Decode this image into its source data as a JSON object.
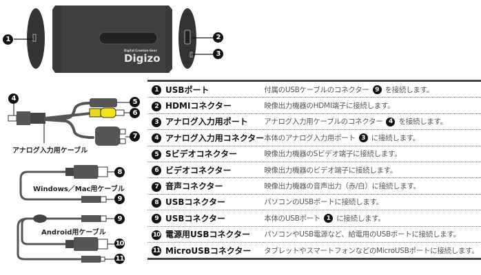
{
  "device": {
    "brand_small": "Digital Creation Gear",
    "brand": "Digizo"
  },
  "callouts": {
    "c1": "1",
    "c2": "2",
    "c3": "3",
    "c4": "4",
    "c5": "5",
    "c6": "6",
    "c7": "7",
    "c8": "8",
    "c9a": "9",
    "c9b": "9",
    "c10": "10",
    "c11": "11"
  },
  "cables": {
    "analog": "アナログ入力用ケーブル",
    "windows_mac": "Windows／Mac用ケーブル",
    "android": "Android用ケーブル"
  },
  "table": {
    "rows": [
      {
        "num": "1",
        "label": "USBポート",
        "desc_before": "付属のUSBケーブルのコネクター",
        "ref": "9",
        "desc_after": "を接続します。"
      },
      {
        "num": "2",
        "label": "HDMIコネクター",
        "desc_before": "映像出力機器のHDMI端子に接続します。",
        "ref": null,
        "desc_after": ""
      },
      {
        "num": "3",
        "label": "アナログ入力用ポート",
        "desc_before": "アナログ入力用ケーブルのコネクター",
        "ref": "4",
        "desc_after": "を接続します。"
      },
      {
        "num": "4",
        "label": "アナログ入力用コネクター",
        "desc_before": "本体のアナログ入力用ポート",
        "ref": "3",
        "desc_after": "に接続します。"
      },
      {
        "num": "5",
        "label": "Sビデオコネクター",
        "desc_before": "映像出力機器のSビデオ端子に接続します。",
        "ref": null,
        "desc_after": ""
      },
      {
        "num": "6",
        "label": "ビデオコネクター",
        "desc_before": "映像出力機器のビデオ端子に接続します。",
        "ref": null,
        "desc_after": ""
      },
      {
        "num": "7",
        "label": "音声コネクター",
        "desc_before": "映像出力機器の音声出力（赤/白）に接続します。",
        "ref": null,
        "desc_after": ""
      },
      {
        "num": "8",
        "label": "USBコネクター",
        "desc_before": "パソコンのUSBポートに接続します。",
        "ref": null,
        "desc_after": ""
      },
      {
        "num": "9",
        "label": "USBコネクター",
        "desc_before": "本体のUSBポート",
        "ref": "1",
        "desc_after": "に接続します。"
      },
      {
        "num": "10",
        "label": "電源用USBコネクター",
        "desc_before": "パソコンやUSB電源など、給電用のUSBポートに接続します。",
        "ref": null,
        "desc_after": ""
      },
      {
        "num": "11",
        "label": "MicroUSBコネクター",
        "desc_before": "タブレットやスマートフォンなどのMicroUSBポートに接続します。",
        "ref": null,
        "desc_after": ""
      }
    ]
  },
  "colors": {
    "device": "#3a3a3a",
    "video_plug": "#f2e21a",
    "rule": "#444444"
  }
}
